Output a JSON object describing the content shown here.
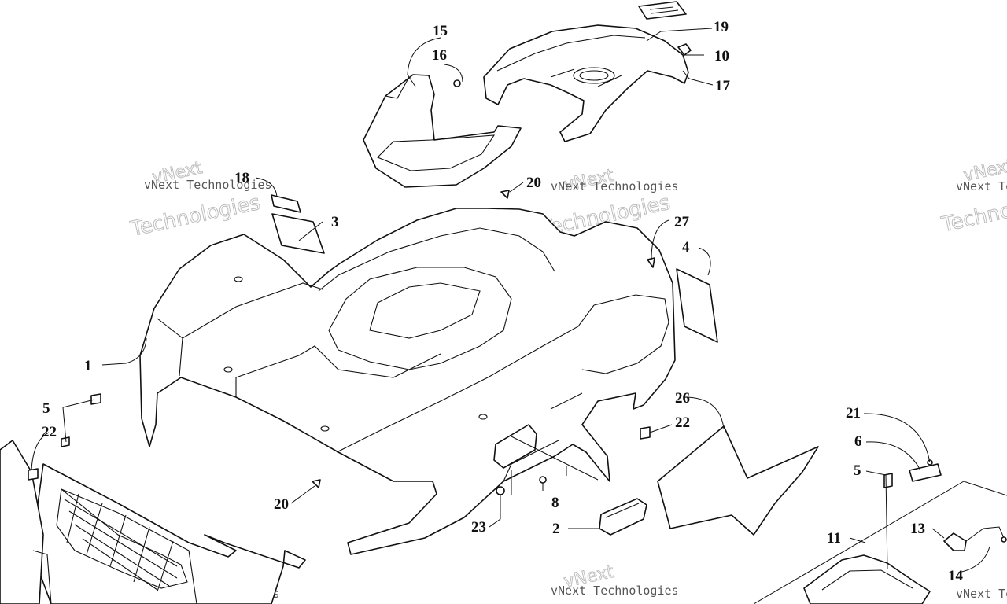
{
  "watermark": {
    "line1": "vNext",
    "line2": "vNext Technologies",
    "line3": "Technologies"
  },
  "callouts": [
    {
      "id": "c1",
      "label": "1"
    },
    {
      "id": "c2",
      "label": "2"
    },
    {
      "id": "c3",
      "label": "3"
    },
    {
      "id": "c4",
      "label": "4"
    },
    {
      "id": "c5a",
      "label": "5"
    },
    {
      "id": "c5b",
      "label": "5"
    },
    {
      "id": "c6",
      "label": "6"
    },
    {
      "id": "c8",
      "label": "8"
    },
    {
      "id": "c10",
      "label": "10"
    },
    {
      "id": "c11",
      "label": "11"
    },
    {
      "id": "c13",
      "label": "13"
    },
    {
      "id": "c14",
      "label": "14"
    },
    {
      "id": "c15",
      "label": "15"
    },
    {
      "id": "c16",
      "label": "16"
    },
    {
      "id": "c17",
      "label": "17"
    },
    {
      "id": "c18",
      "label": "18"
    },
    {
      "id": "c19",
      "label": "19"
    },
    {
      "id": "c20a",
      "label": "20"
    },
    {
      "id": "c20b",
      "label": "20"
    },
    {
      "id": "c21",
      "label": "21"
    },
    {
      "id": "c22a",
      "label": "22"
    },
    {
      "id": "c22b",
      "label": "22"
    },
    {
      "id": "c23",
      "label": "23"
    },
    {
      "id": "c26",
      "label": "26"
    },
    {
      "id": "c27",
      "label": "27"
    }
  ]
}
